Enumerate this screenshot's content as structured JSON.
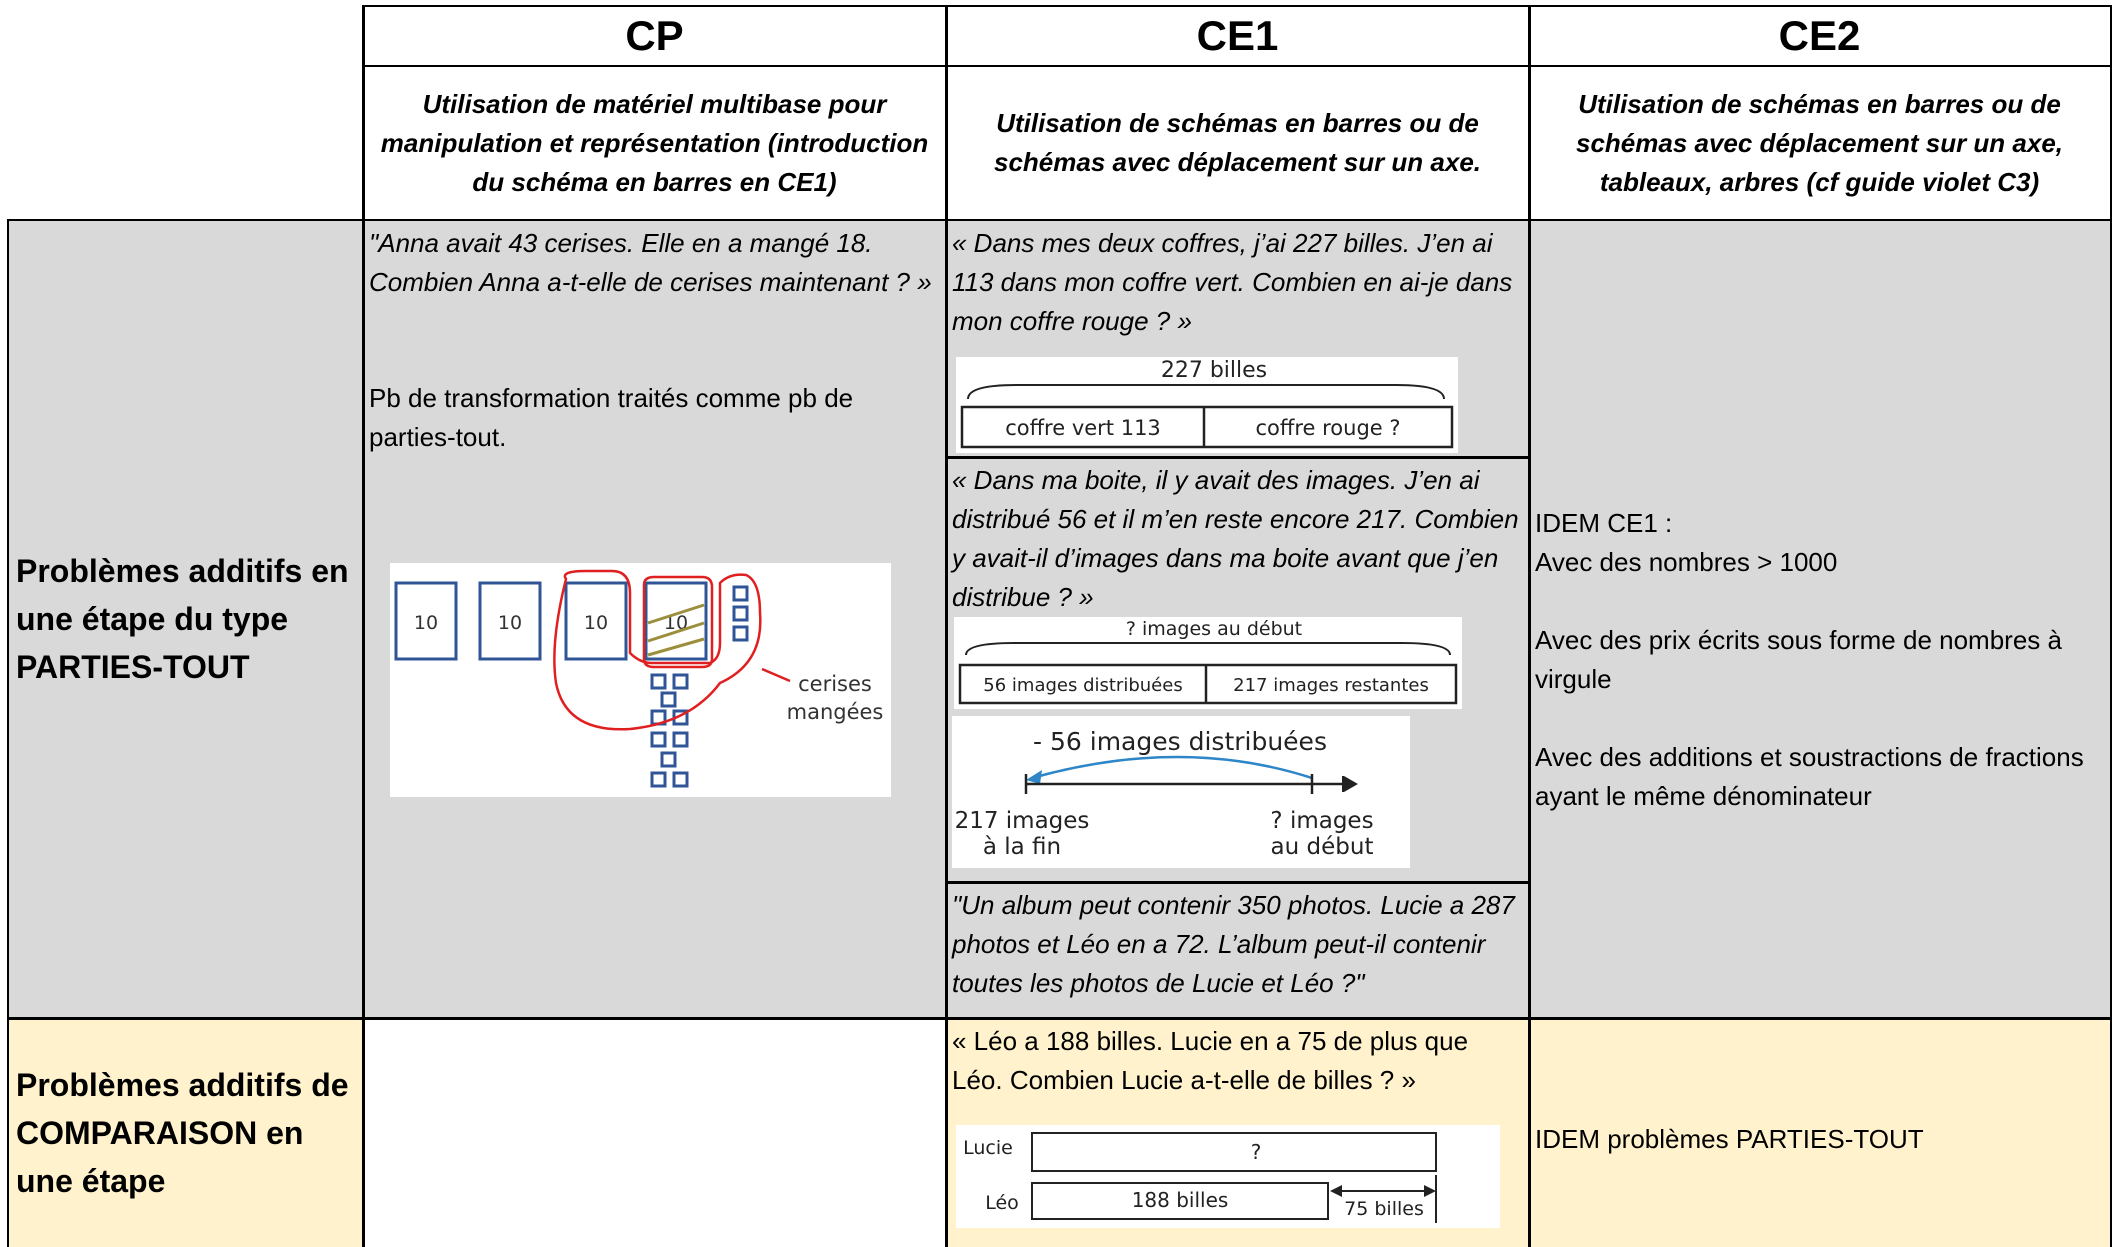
{
  "headers": {
    "cp": "CP",
    "ce1": "CE1",
    "ce2": "CE2"
  },
  "subheaders": {
    "cp": "Utilisation de matériel multibase pour manipulation et représentation (introduction du schéma en barres en CE1)",
    "ce1": "Utilisation de schémas en barres ou de schémas avec déplacement sur un axe.",
    "ce2": "Utilisation de schémas en barres ou de schémas avec déplacement sur un axe, tableaux, arbres (cf guide violet C3)"
  },
  "row_parties": {
    "label": "Problèmes additifs en une étape du type PARTIES-TOUT",
    "cp_problem": "\"Anna avait 43 cerises. Elle en a mangé 18. Combien Anna a-t-elle de cerises maintenant ? »",
    "cp_note": "Pb de transformation traités comme pb de parties-tout.",
    "cp_fig": {
      "block_labels": [
        "10",
        "10",
        "10",
        "10"
      ],
      "caption_1": "cerises",
      "caption_2": "mangées"
    },
    "ce1_p1": "« Dans mes deux coffres, j’ai 227 billes. J’en ai 113 dans mon coffre vert. Combien en ai-je dans mon coffre rouge ? »",
    "ce1_fig1": {
      "total": "227 billes",
      "left": "coffre vert   113",
      "right": "coffre rouge   ?"
    },
    "ce1_p2": "« Dans ma boite, il y avait des images. J’en ai distribué 56 et il m’en reste encore 217. Combien y avait-il d’images dans ma boite avant que j’en distribue ? »",
    "ce1_fig2": {
      "total": "? images au début",
      "left": "56 images distribuées",
      "right": "217 images restantes"
    },
    "ce1_fig3": {
      "arc_label": "- 56 images distribuées",
      "left_1": "217 images",
      "left_2": "à la fin",
      "right_1": "? images",
      "right_2": "au début"
    },
    "ce1_p3": "\"Un album peut contenir 350 photos. Lucie a 287 photos et Léo en a 72. L’album peut-il contenir toutes les photos de Lucie et Léo ?\"",
    "ce2_lines": [
      "IDEM CE1 :",
      "Avec des nombres > 1000",
      "",
      "Avec des prix écrits sous forme de nombres à virgule",
      "",
      "Avec des additions et soustractions de fractions ayant le même dénominateur"
    ]
  },
  "row_comparaison": {
    "label": "Problèmes additifs de COMPARAISON en une étape",
    "ce1_problem": "« Léo a 188 billes. Lucie en a 75 de plus que Léo. Combien Lucie a-t-elle de billes ? »",
    "ce1_fig": {
      "lucie": "Lucie",
      "lucie_value": "?",
      "leo": "Léo",
      "leo_value": "188 billes",
      "diff": "75 billes"
    },
    "ce2_text": "IDEM problèmes PARTIES-TOUT"
  },
  "colors": {
    "gray_row": "#d9d9d9",
    "cream_row": "#fff2cc",
    "diagram_blue": "#2f5597",
    "highlight_red": "#e02020",
    "arc_blue": "#2e86c9",
    "strike_olive": "#9c8f3c"
  }
}
